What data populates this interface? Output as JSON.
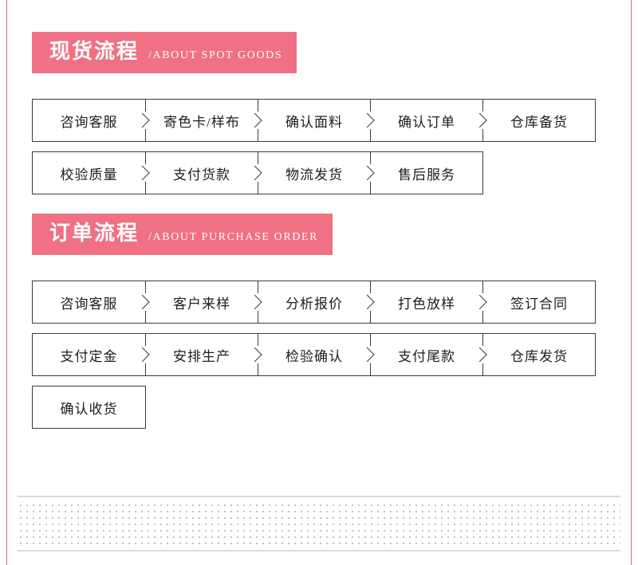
{
  "page": {
    "accent_color": "#ef7183",
    "border_color": "#3b3b3b",
    "background": "#ffffff"
  },
  "sections": [
    {
      "id": "spot-goods",
      "heading_cn": "现货流程",
      "heading_en": "/ABOUT SPOT GOODS",
      "rows": [
        {
          "steps": [
            "咨询客服",
            "寄色卡/样布",
            "确认面料",
            "确认订单",
            "仓库备货"
          ]
        },
        {
          "steps": [
            "校验质量",
            "支付货款",
            "物流发货",
            "售后服务"
          ]
        }
      ]
    },
    {
      "id": "purchase-order",
      "heading_cn": "订单流程",
      "heading_en": "/ABOUT PURCHASE ORDER",
      "rows": [
        {
          "steps": [
            "咨询客服",
            "客户来样",
            "分析报价",
            "打色放样",
            "签订合同"
          ]
        },
        {
          "steps": [
            "支付定金",
            "安排生产",
            "检验确认",
            "支付尾款",
            "仓库发货"
          ]
        },
        {
          "steps": [
            "确认收货"
          ]
        }
      ]
    }
  ]
}
